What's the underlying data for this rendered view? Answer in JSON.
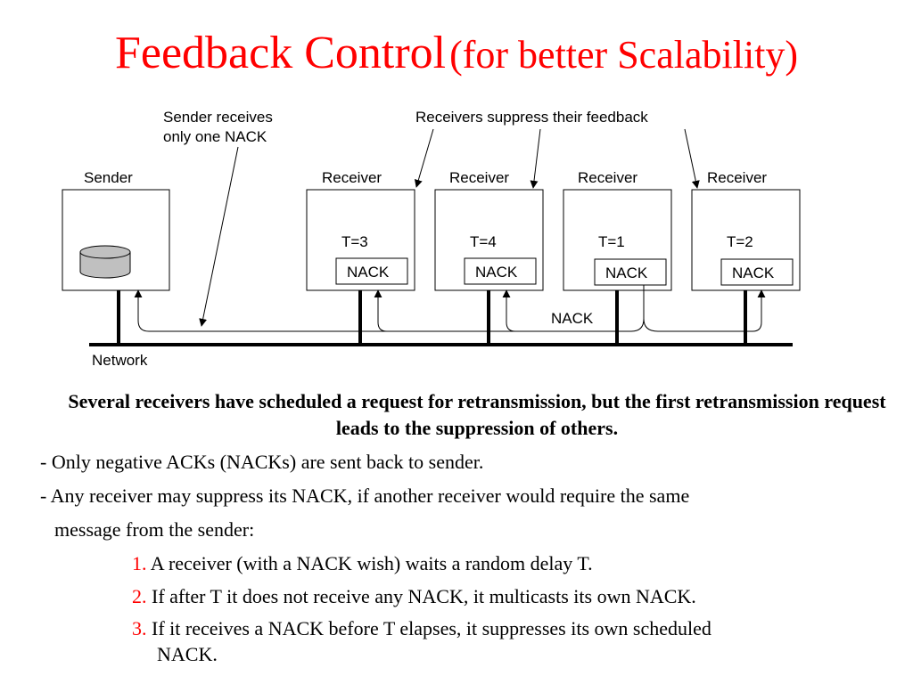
{
  "title": {
    "main": "Feedback Control",
    "sub": "(for better Scalability)"
  },
  "diagram": {
    "annotation_sender_line1": "Sender receives",
    "annotation_sender_line2": "only one NACK",
    "annotation_receivers": "Receivers suppress their feedback",
    "sender_label": "Sender",
    "receivers": [
      {
        "label": "Receiver",
        "timer": "T=3",
        "nack": "NACK"
      },
      {
        "label": "Receiver",
        "timer": "T=4",
        "nack": "NACK"
      },
      {
        "label": "Receiver",
        "timer": "T=1",
        "nack": "NACK"
      },
      {
        "label": "Receiver",
        "timer": "T=2",
        "nack": "NACK"
      }
    ],
    "network_label": "Network",
    "nack_label": "NACK"
  },
  "summary": "Several receivers have scheduled a request for retransmission, but the first retransmission request leads to the suppression of others.",
  "bullets": [
    "- Only negative ACKs (NACKs) are sent back to sender.",
    "- Any receiver may suppress its NACK, if another receiver would require the same",
    "message from the sender:"
  ],
  "steps": [
    {
      "num": "1.",
      "text": " A receiver (with a NACK wish) waits a random delay T."
    },
    {
      "num": "2.",
      "text": " If after T it does not receive any NACK, it multicasts its own NACK."
    },
    {
      "num": "3.",
      "text": " If it receives a NACK before T elapses, it suppresses its own scheduled"
    },
    {
      "num": "",
      "text": "NACK."
    }
  ],
  "colors": {
    "title": "#ff0000",
    "step_number": "#ff0000",
    "disk": "#c0c0c0"
  }
}
